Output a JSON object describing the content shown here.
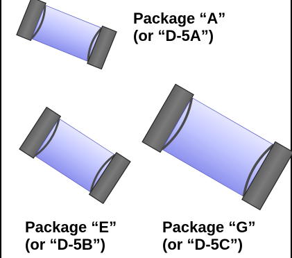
{
  "colors": {
    "cap": "#707070",
    "cap_edge": "#262626",
    "body": "#c2c6ff",
    "body_shade": "#8e92ee",
    "body_highlight": "#e6e7ff",
    "rim": "#4b4b4b",
    "label_text": "#000000",
    "frame_border": "#000000"
  },
  "packages": [
    {
      "id": "A",
      "line1": "Package “A”",
      "line2": "(or “D-5A”)"
    },
    {
      "id": "E",
      "line1": "Package “E”",
      "line2": "(or “D-5B”)"
    },
    {
      "id": "G",
      "line1": "Package “G”",
      "line2": "(or “D-5C”)"
    }
  ]
}
